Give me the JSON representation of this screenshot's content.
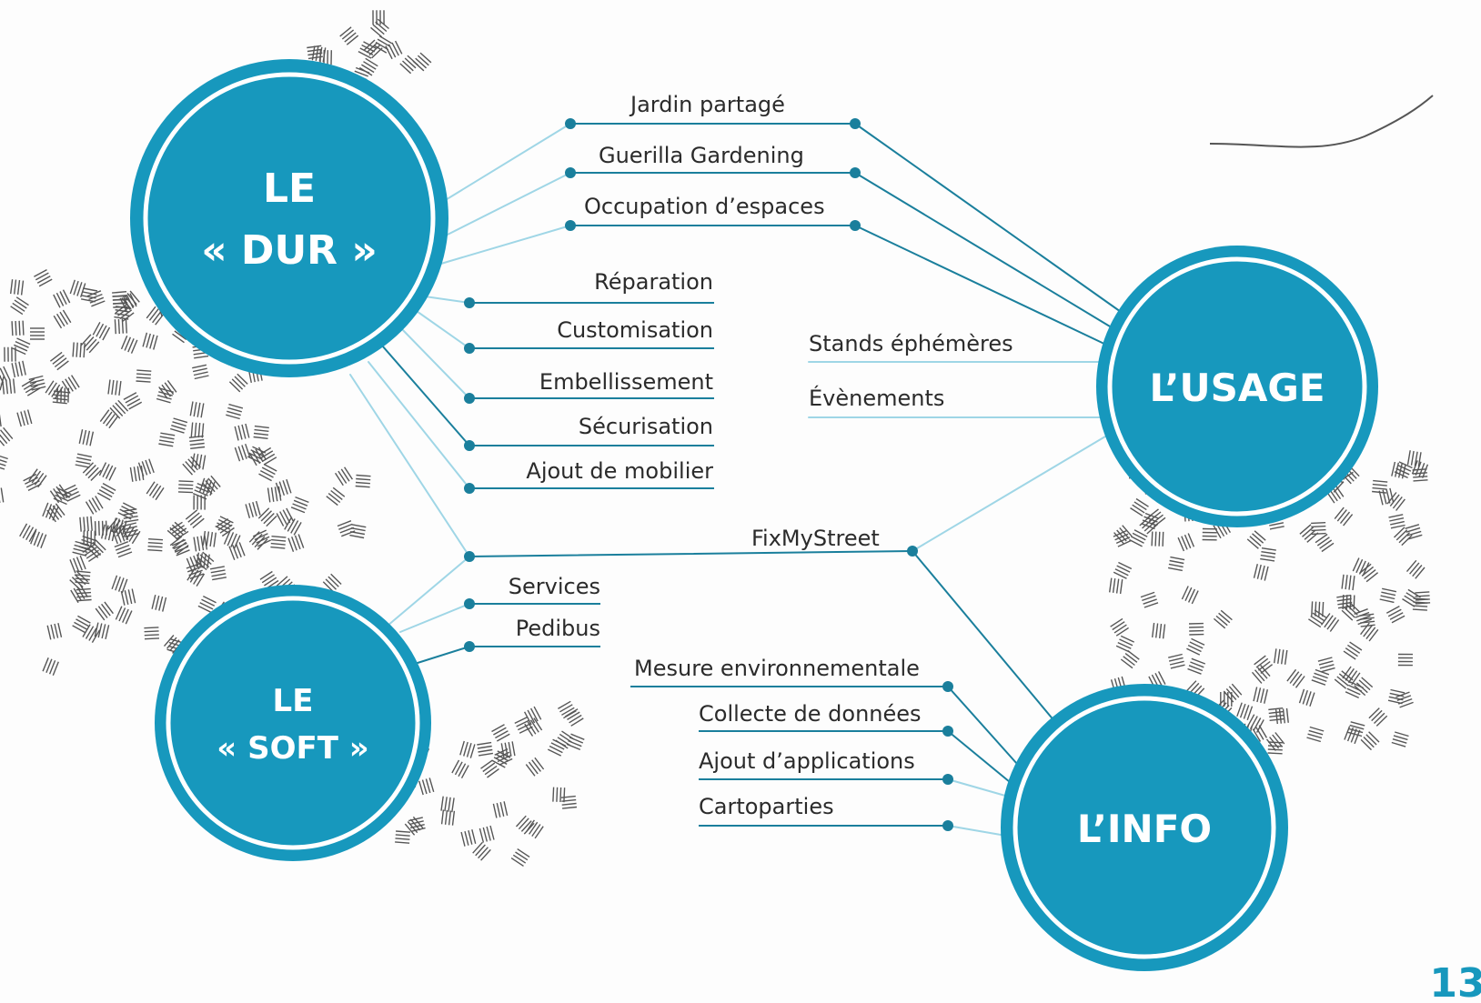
{
  "colors": {
    "hub_fill": "#1798bd",
    "hub_ring": "#ffffff",
    "line_dark": "#1a7f9c",
    "line_light": "#9fd6e6",
    "label_text": "#2b2b2b",
    "page_number": "#1798bd"
  },
  "hubs": {
    "dur": [
      "LE",
      "« DUR »"
    ],
    "usage": [
      "L’USAGE"
    ],
    "soft": [
      "LE",
      "« SOFT »"
    ],
    "info": [
      "L’INFO"
    ]
  },
  "labels": {
    "jardin": "Jardin partagé",
    "guerilla": "Guerilla Gardening",
    "occupation": "Occupation d’espaces",
    "reparation": "Réparation",
    "customisation": "Customisation",
    "embellissement": "Embellissement",
    "securisation": "Sécurisation",
    "mobilier": "Ajout de mobilier",
    "stands": "Stands éphémères",
    "evenements": "Évènements",
    "fixmystreet": "FixMyStreet",
    "services": "Services",
    "pedibus": "Pedibus",
    "mesure": "Mesure environnementale",
    "collecte": "Collecte de données",
    "applications": "Ajout d’applications",
    "cartoparties": "Cartoparties"
  },
  "page_number": "13"
}
